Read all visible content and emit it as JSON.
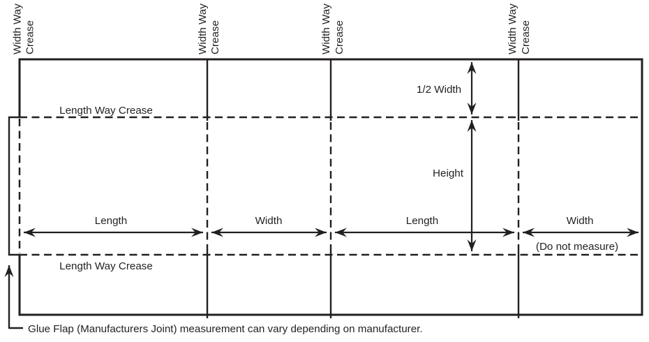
{
  "figure": {
    "description": "Box blank (carton) measurement diagram",
    "colors": {
      "ink": "#231f20",
      "background": "#ffffff"
    }
  },
  "labels": {
    "width_way_crease_line1": "Width Way",
    "width_way_crease_line2": "Crease",
    "length_way_crease_top": "Length Way Crease",
    "length_way_crease_bottom": "Length Way Crease",
    "half_width": "1/2 Width",
    "height": "Height",
    "panel1_length": "Length",
    "panel2_width": "Width",
    "panel3_length": "Length",
    "panel4_width": "Width",
    "panel4_note": "(Do not measure)",
    "glue_flap_note": "Glue Flap (Manufacturers Joint) measurement can vary depending on manufacturer."
  }
}
